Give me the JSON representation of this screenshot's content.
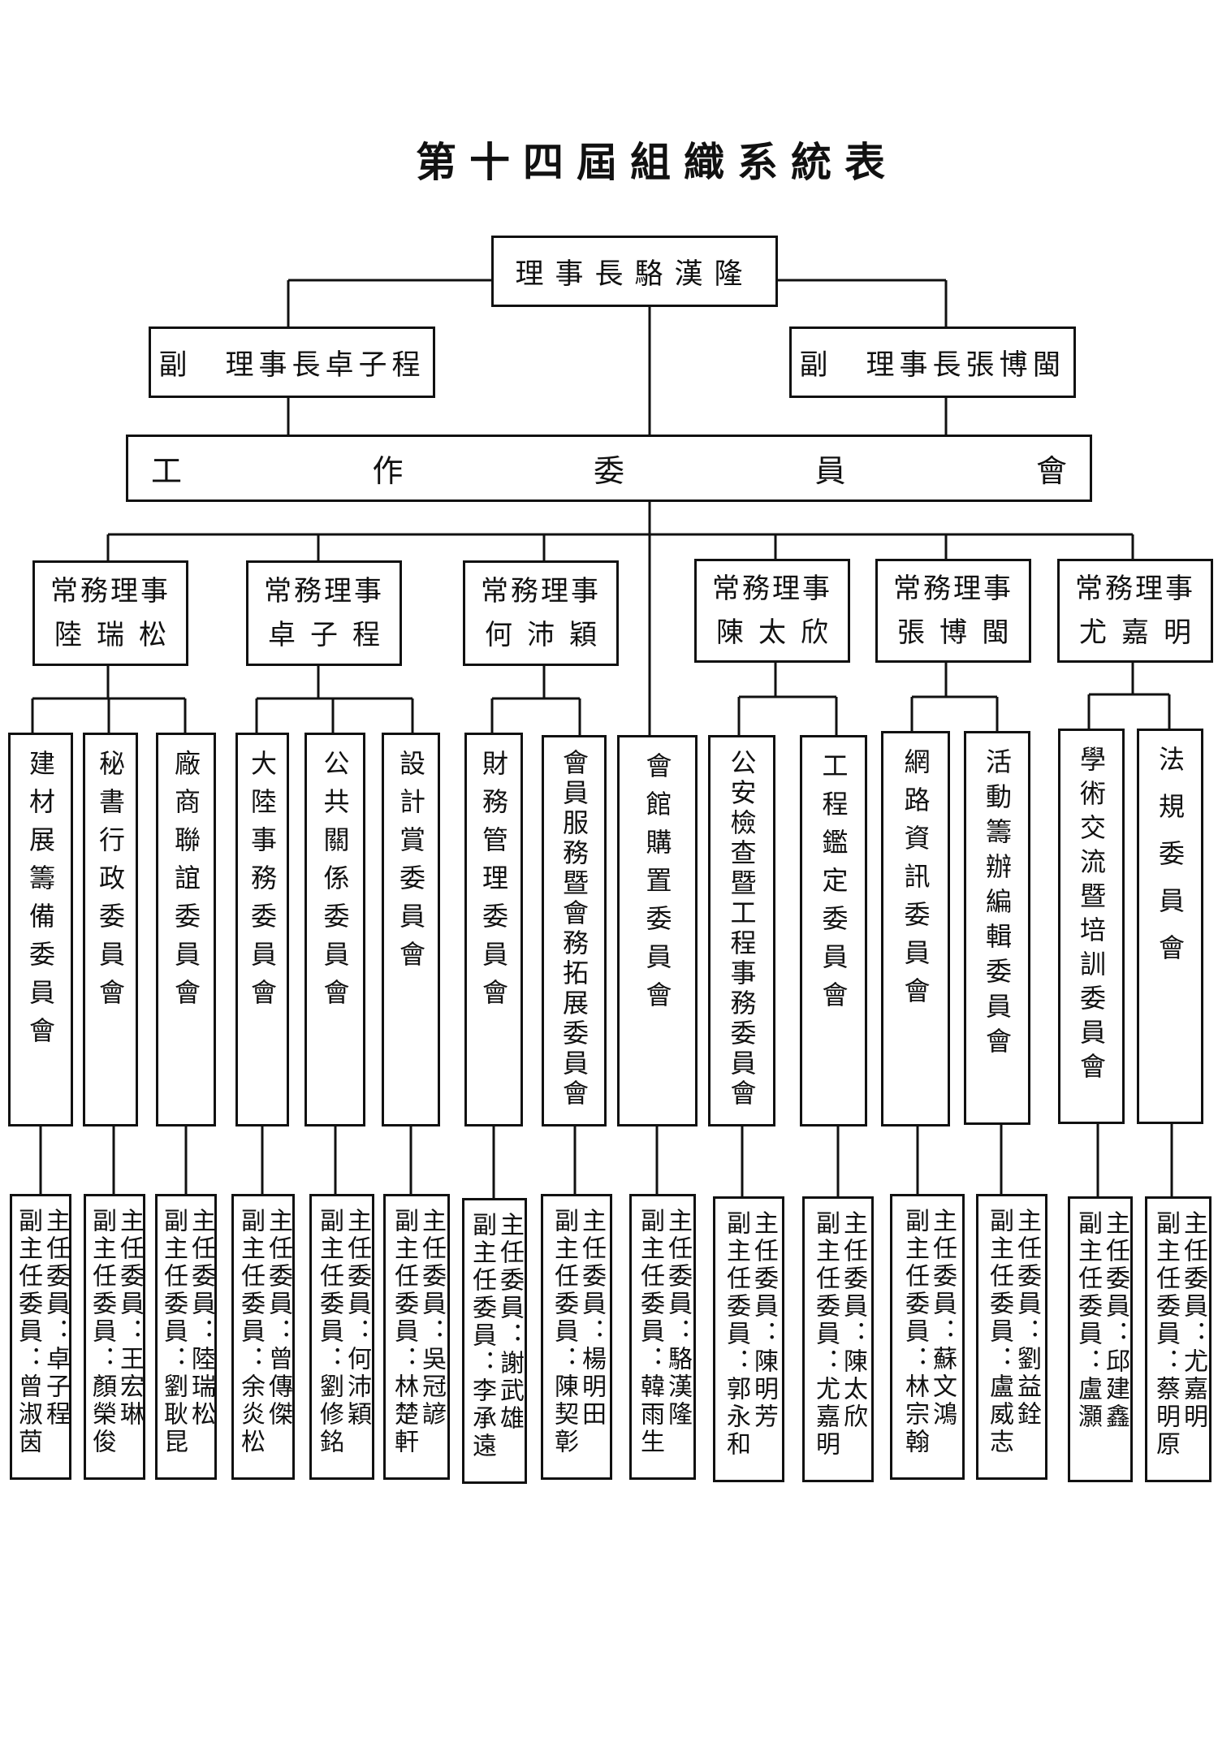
{
  "title": "第十四屆組織系統表",
  "chairman": "理事長駱漢隆",
  "vice_chairmen": [
    {
      "role": "副　理事長",
      "name": "卓子程"
    },
    {
      "role": "副　理事長",
      "name": "張博閩"
    }
  ],
  "work_committee": [
    "工",
    "作",
    "委",
    "員",
    "會"
  ],
  "executive_directors": [
    {
      "role": "常務理事",
      "name": "陸瑞松"
    },
    {
      "role": "常務理事",
      "name": "卓子程"
    },
    {
      "role": "常務理事",
      "name": "何沛穎"
    },
    {
      "role": "常務理事",
      "name": "陳太欣"
    },
    {
      "role": "常務理事",
      "name": "張博閩"
    },
    {
      "role": "常務理事",
      "name": "尤嘉明"
    }
  ],
  "committees": [
    {
      "name": "建材展籌備委員會",
      "chair_label": "主任委員：",
      "chair": "卓子程",
      "vice_label": "副主任委員：",
      "vice": "曾淑茵"
    },
    {
      "name": "秘書行政委員會",
      "chair_label": "主任委員：",
      "chair": "王宏琳",
      "vice_label": "副主任委員：",
      "vice": "顏榮俊"
    },
    {
      "name": "廠商聯誼委員會",
      "chair_label": "主任委員：",
      "chair": "陸瑞松",
      "vice_label": "副主任委員：",
      "vice": "劉耿昆"
    },
    {
      "name": "大陸事務委員會",
      "chair_label": "主任委員：",
      "chair": "曾傳傑",
      "vice_label": "副主任委員：",
      "vice": "余炎松"
    },
    {
      "name": "公共關係委員會",
      "chair_label": "主任委員：",
      "chair": "何沛穎",
      "vice_label": "副主任委員：",
      "vice": "劉修銘"
    },
    {
      "name": "設計賞委員會",
      "chair_label": "主任委員：",
      "chair": "吳冠諺",
      "vice_label": "副主任委員：",
      "vice": "林楚軒"
    },
    {
      "name": "財務管理委員會",
      "chair_label": "主任委員：",
      "chair": "謝武雄",
      "vice_label": "副主任委員：",
      "vice": "李承遠"
    },
    {
      "name": "會員服務暨會務拓展委員會",
      "chair_label": "主任委員：",
      "chair": "楊明田",
      "vice_label": "副主任委員：",
      "vice": "陳契彰"
    },
    {
      "name": "會館購置委員會",
      "chair_label": "主任委員：",
      "chair": "駱漢隆",
      "vice_label": "副主任委員：",
      "vice": "韓雨生"
    },
    {
      "name": "公安檢查暨工程事務委員會",
      "chair_label": "主任委員：",
      "chair": "陳明芳",
      "vice_label": "副主任委員：",
      "vice": "郭永和"
    },
    {
      "name": "工程鑑定委員會",
      "chair_label": "主任委員：",
      "chair": "陳太欣",
      "vice_label": "副主任委員：",
      "vice": "尤嘉明"
    },
    {
      "name": "網路資訊委員會",
      "chair_label": "主任委員：",
      "chair": "蘇文鴻",
      "vice_label": "副主任委員：",
      "vice": "林宗翰"
    },
    {
      "name": "活動籌辦編輯委員會",
      "chair_label": "主任委員：",
      "chair": "劉益銓",
      "vice_label": "副主任委員：",
      "vice": "盧威志"
    },
    {
      "name": "學術交流暨培訓委員會",
      "chair_label": "主任委員：",
      "chair": "邱建鑫",
      "vice_label": "副主任委員：",
      "vice": "盧灝"
    },
    {
      "name": "法規委員會",
      "chair_label": "主任委員：",
      "chair": "尤嘉明",
      "vice_label": "副主任委員：",
      "vice": "蔡明原"
    }
  ],
  "line_color": "#111111"
}
